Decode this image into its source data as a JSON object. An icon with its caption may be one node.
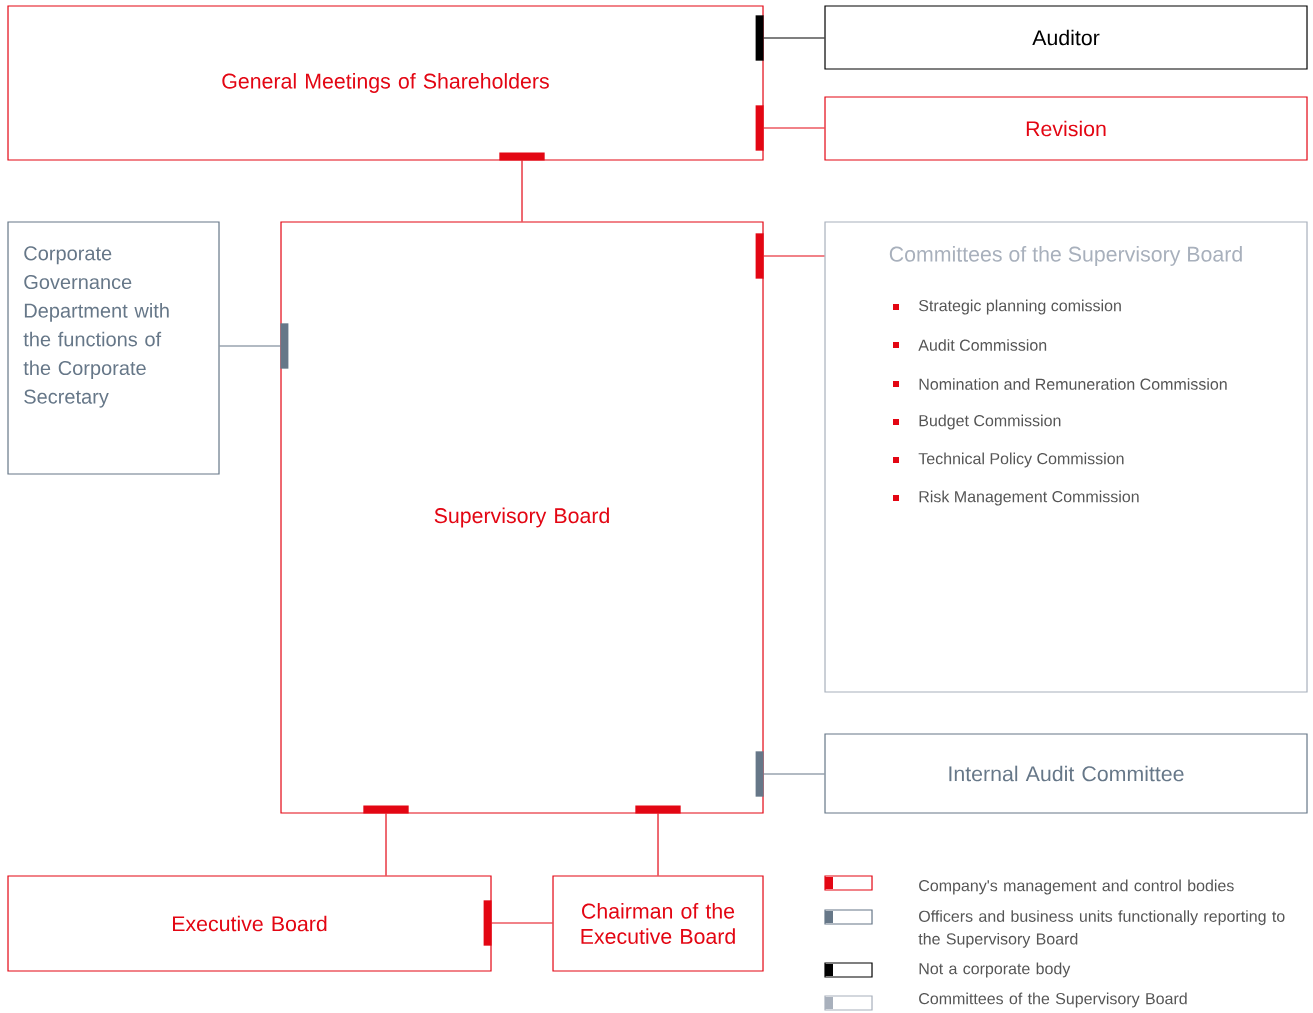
{
  "diagram": {
    "nodes": [
      {
        "text": [
          "General Meetings of Shareholders"
        ]
      },
      {
        "text": [
          "Auditor"
        ]
      },
      {
        "text": [
          "Revision"
        ]
      },
      {
        "text": [
          "Corporate Governance Department with the functions of the Corporate Secretary"
        ]
      },
      {
        "text": [
          "Supervisory Board"
        ]
      },
      {
        "text": [
          "Committees of the Supervisory Board",
          "Strategic planning comission",
          "Audit Commission",
          "Nomination and Remuneration Commission",
          "Budget Commission",
          "Technical Policy Commission",
          "Risk Management Commission"
        ]
      },
      {
        "text": [
          "Internal Audit Committee"
        ]
      },
      {
        "text": [
          "Executive Board"
        ]
      },
      {
        "text": [
          "Chairman of the Executive Board"
        ]
      }
    ],
    "edges": [
      {
        "from": 0,
        "to": 1,
        "arrow": "other",
        "color": "#000000"
      },
      {
        "from": 0,
        "to": 2,
        "arrow": "other"
      },
      {
        "from": 0,
        "to": 4,
        "arrow": "other"
      },
      {
        "from": 4,
        "to": 3,
        "arrow": "other",
        "color": "#667788"
      },
      {
        "from": 4,
        "to": 5,
        "arrow": "other"
      },
      {
        "from": 4,
        "to": 6,
        "arrow": "other",
        "color": "#667788"
      },
      {
        "from": 4,
        "to": 7,
        "arrow": "other"
      },
      {
        "from": 4,
        "to": 8,
        "arrow": "other"
      },
      {
        "from": 7,
        "to": 8,
        "arrow": "other"
      }
    ],
    "legend": [
      {
        "text": "Company's management and control bodies",
        "color": "#e30613"
      },
      {
        "text": "Officers and business units functionally reporting to the Supervisory Board",
        "color": "#667788"
      },
      {
        "text": "Not a corporate body",
        "color": "#000000"
      },
      {
        "text": "Committees of the Supervisory Board",
        "color": "#a8b0bc"
      }
    ]
  }
}
